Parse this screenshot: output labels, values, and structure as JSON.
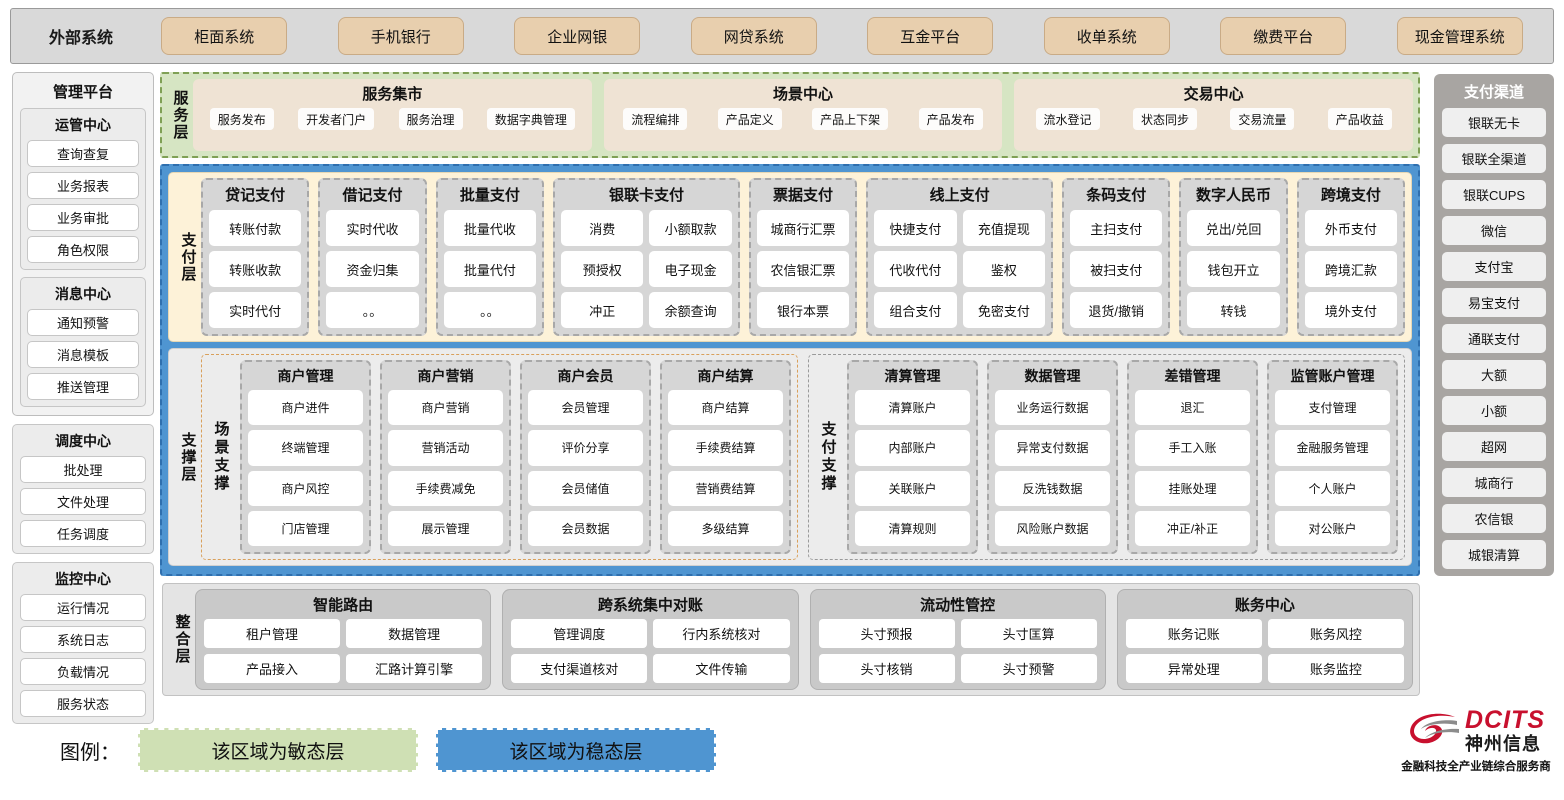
{
  "external": {
    "title": "外部系统",
    "items": [
      "柜面系统",
      "手机银行",
      "企业网银",
      "网贷系统",
      "互金平台",
      "收单系统",
      "缴费平台",
      "现金管理系统"
    ]
  },
  "management": {
    "title": "管理平台",
    "groups": [
      {
        "title": "运管中心",
        "items": [
          "查询查复",
          "业务报表",
          "业务审批",
          "角色权限"
        ]
      },
      {
        "title": "消息中心",
        "items": [
          "通知预警",
          "消息模板",
          "推送管理"
        ]
      }
    ],
    "standalone": [
      {
        "title": "调度中心",
        "items": [
          "批处理",
          "文件处理",
          "任务调度"
        ]
      },
      {
        "title": "监控中心",
        "items": [
          "运行情况",
          "系统日志",
          "负载情况",
          "服务状态"
        ]
      }
    ]
  },
  "service_layer": {
    "label": "服务层",
    "cards": [
      {
        "title": "服务集市",
        "items": [
          "服务发布",
          "开发者门户",
          "服务治理",
          "数据字典管理"
        ]
      },
      {
        "title": "场景中心",
        "items": [
          "流程编排",
          "产品定义",
          "产品上下架",
          "产品发布"
        ]
      },
      {
        "title": "交易中心",
        "items": [
          "流水登记",
          "状态同步",
          "交易流量",
          "产品收益"
        ]
      }
    ]
  },
  "payment_layer": {
    "label": "支付层",
    "columns": [
      {
        "title": "贷记支付",
        "cols": 1,
        "items": [
          [
            "转账付款",
            "转账收款",
            "实时代付"
          ]
        ]
      },
      {
        "title": "借记支付",
        "cols": 1,
        "items": [
          [
            "实时代收",
            "资金归集",
            "。。"
          ]
        ]
      },
      {
        "title": "批量支付",
        "cols": 1,
        "items": [
          [
            "批量代收",
            "批量代付",
            "。。"
          ]
        ]
      },
      {
        "title": "银联卡支付",
        "cols": 2,
        "items": [
          [
            "消费",
            "预授权",
            "冲正"
          ],
          [
            "小额取款",
            "电子现金",
            "余额查询"
          ]
        ]
      },
      {
        "title": "票据支付",
        "cols": 1,
        "items": [
          [
            "城商行汇票",
            "农信银汇票",
            "银行本票"
          ]
        ]
      },
      {
        "title": "线上支付",
        "cols": 2,
        "items": [
          [
            "快捷支付",
            "代收代付",
            "组合支付"
          ],
          [
            "充值提现",
            "鉴权",
            "免密支付"
          ]
        ]
      },
      {
        "title": "条码支付",
        "cols": 1,
        "items": [
          [
            "主扫支付",
            "被扫支付",
            "退货/撤销"
          ]
        ]
      },
      {
        "title": "数字人民币",
        "cols": 1,
        "items": [
          [
            "兑出/兑回",
            "钱包开立",
            "转钱"
          ]
        ]
      },
      {
        "title": "跨境支付",
        "cols": 1,
        "items": [
          [
            "外币支付",
            "跨境汇款",
            "境外支付"
          ]
        ]
      }
    ]
  },
  "support_layer": {
    "label": "支撑层",
    "zones": [
      {
        "label": "场景支撑",
        "columns": [
          {
            "title": "商户管理",
            "items": [
              "商户进件",
              "终端管理",
              "商户风控",
              "门店管理"
            ]
          },
          {
            "title": "商户营销",
            "items": [
              "商户营销",
              "营销活动",
              "手续费减免",
              "展示管理"
            ]
          },
          {
            "title": "商户会员",
            "items": [
              "会员管理",
              "评价分享",
              "会员储值",
              "会员数据"
            ]
          },
          {
            "title": "商户结算",
            "items": [
              "商户结算",
              "手续费结算",
              "营销费结算",
              "多级结算"
            ]
          }
        ]
      },
      {
        "label": "支付支撑",
        "columns": [
          {
            "title": "清算管理",
            "items": [
              "清算账户",
              "内部账户",
              "关联账户",
              "清算规则"
            ]
          },
          {
            "title": "数据管理",
            "items": [
              "业务运行数据",
              "异常支付数据",
              "反洗钱数据",
              "风险账户数据"
            ]
          },
          {
            "title": "差错管理",
            "items": [
              "退汇",
              "手工入账",
              "挂账处理",
              "冲正/补正"
            ]
          },
          {
            "title": "监管账户管理",
            "items": [
              "支付管理",
              "金融服务管理",
              "个人账户",
              "对公账户"
            ]
          }
        ]
      }
    ]
  },
  "integration_layer": {
    "label": "整合层",
    "cards": [
      {
        "title": "智能路由",
        "items": [
          "租户管理",
          "数据管理",
          "产品接入",
          "汇路计算引擎"
        ]
      },
      {
        "title": "跨系统集中对账",
        "items": [
          "管理调度",
          "行内系统核对",
          "支付渠道核对",
          "文件传输"
        ]
      },
      {
        "title": "流动性管控",
        "items": [
          "头寸预报",
          "头寸匡算",
          "头寸核销",
          "头寸预警"
        ]
      },
      {
        "title": "账务中心",
        "items": [
          "账务记账",
          "账务风控",
          "异常处理",
          "账务监控"
        ]
      }
    ]
  },
  "channels": {
    "title": "支付渠道",
    "items": [
      "银联无卡",
      "银联全渠道",
      "银联CUPS",
      "微信",
      "支付宝",
      "易宝支付",
      "通联支付",
      "大额",
      "小额",
      "超网",
      "城商行",
      "农信银",
      "城银清算"
    ]
  },
  "legend": {
    "label": "图例：",
    "agile": "该区域为敏态层",
    "stable": "该区域为稳态层"
  },
  "logo": {
    "brand": "DCITS",
    "name": "神州信息",
    "tagline": "金融科技全产业链综合服务商"
  },
  "colors": {
    "agile_green": "#d6e5c3",
    "stable_blue": "#4f95d1",
    "payment_cream": "#fdf2d8",
    "external_chip": "#e8cfae",
    "brand_red": "#c8102e"
  }
}
